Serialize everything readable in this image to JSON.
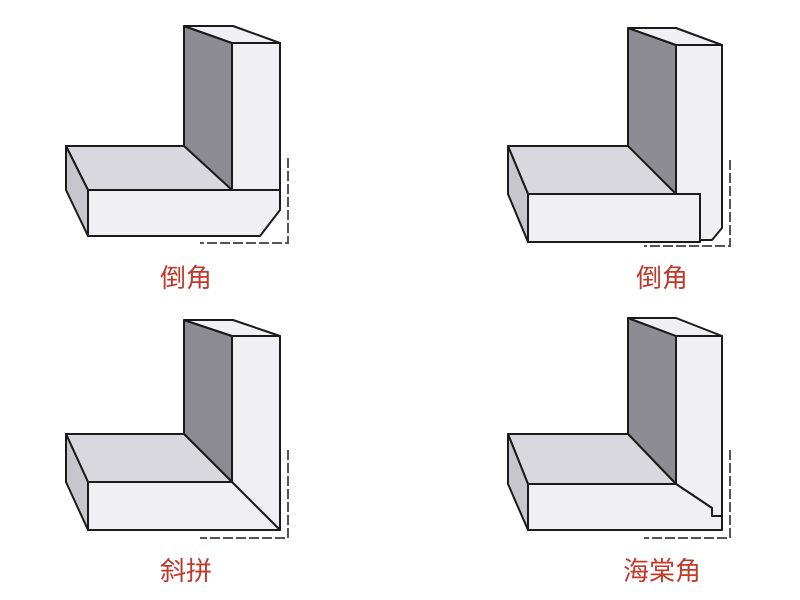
{
  "title": "Corner joint types diagram",
  "colors": {
    "caption": "#c0392b",
    "outline": "#1a1a1a",
    "face_light": "#f0eff4",
    "face_mid": "#d9d8de",
    "face_dark": "#8d8c92",
    "dim_line": "#555555"
  },
  "panels": [
    {
      "id": "top-left",
      "caption": "倒角",
      "type": "chamfer-outer"
    },
    {
      "id": "top-right",
      "caption": "倒角",
      "type": "chamfer-inner"
    },
    {
      "id": "bottom-left",
      "caption": "斜拼",
      "type": "miter"
    },
    {
      "id": "bottom-right",
      "caption": "海棠角",
      "type": "begonia-corner"
    }
  ]
}
